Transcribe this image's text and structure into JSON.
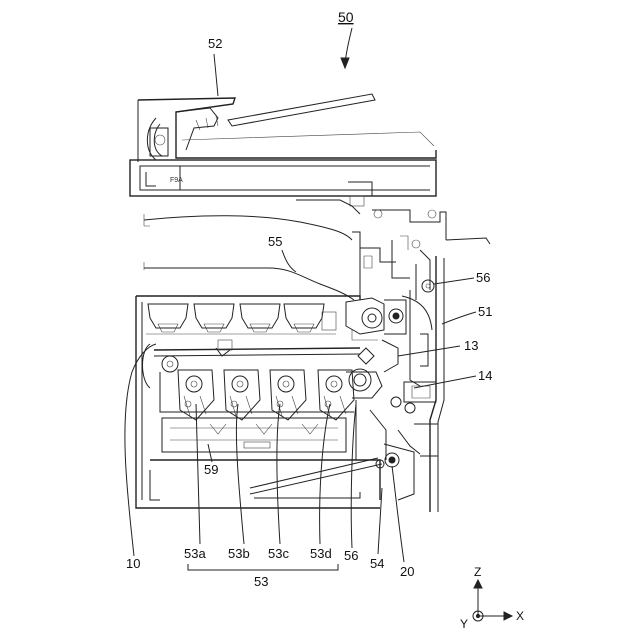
{
  "figure": {
    "main_ref": "50",
    "labels": {
      "adf": "52",
      "paper_path": "55",
      "case": "51",
      "sensor": "56",
      "fuser": "13",
      "roller": "14",
      "frame": "10",
      "group_a": "53a",
      "group_b": "53b",
      "group_c": "53c",
      "group_d": "53d",
      "group": "53",
      "exposure": "59",
      "sensor_lower": "56",
      "tray": "54",
      "transfer": "20"
    },
    "axes": {
      "z": "Z",
      "x": "X",
      "y": "Y"
    }
  }
}
